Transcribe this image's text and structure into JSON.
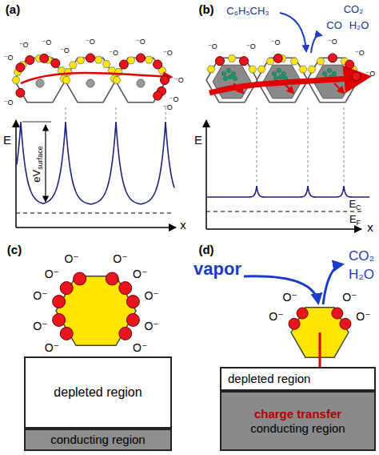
{
  "diagram": {
    "nodes": [
      {
        "text": [
          "depleted region"
        ]
      },
      {
        "text": [
          "conducting region"
        ]
      },
      {
        "text": [
          "depleted region"
        ]
      },
      {
        "text": [
          "charge transfer",
          "conducting region"
        ]
      }
    ],
    "labels": [
      "(a)",
      "(b)",
      "(c)",
      "(d)",
      "E",
      "x",
      "eV",
      "surface",
      "C₆H₅CH₃",
      "CO₂",
      "CO",
      "H₂O",
      "E",
      "x",
      "E",
      "C",
      "E",
      "F",
      "vapor",
      "CO₂",
      "H₂O",
      "⁻O",
      "⁻O",
      "⁻O",
      "⁻O",
      "⁻O",
      "⁻O",
      "⁻O",
      "⁻O",
      "⁻O",
      "⁻O",
      "⁻O",
      "⁻O",
      "⁻O",
      "⁻O",
      "⁻O",
      "⁻O",
      "⁻O",
      "⁻O",
      "O⁻",
      "O⁻",
      "O⁻",
      "O⁻",
      "O⁻",
      "O⁻",
      "O⁻",
      "O⁻",
      "O⁻",
      "O⁻",
      "O⁻",
      "O⁻",
      "O⁻",
      "O⁻"
    ]
  }
}
